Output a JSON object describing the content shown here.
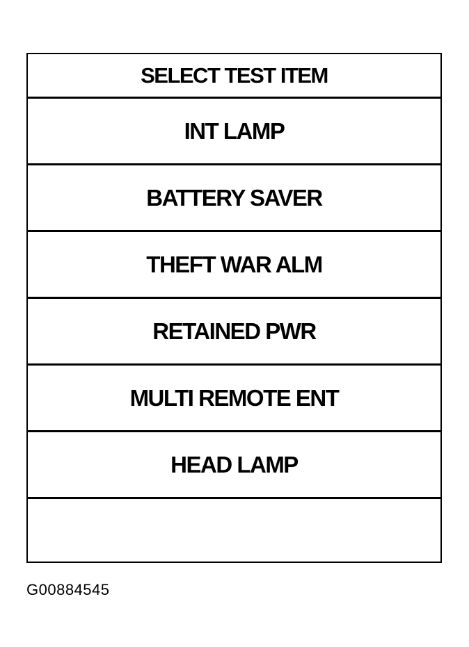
{
  "menu": {
    "title": "SELECT TEST ITEM",
    "items": [
      {
        "label": "INT LAMP"
      },
      {
        "label": "BATTERY SAVER"
      },
      {
        "label": "THEFT WAR ALM"
      },
      {
        "label": "RETAINED PWR"
      },
      {
        "label": "MULTI REMOTE ENT"
      },
      {
        "label": "HEAD LAMP"
      }
    ]
  },
  "caption": "G00884545"
}
